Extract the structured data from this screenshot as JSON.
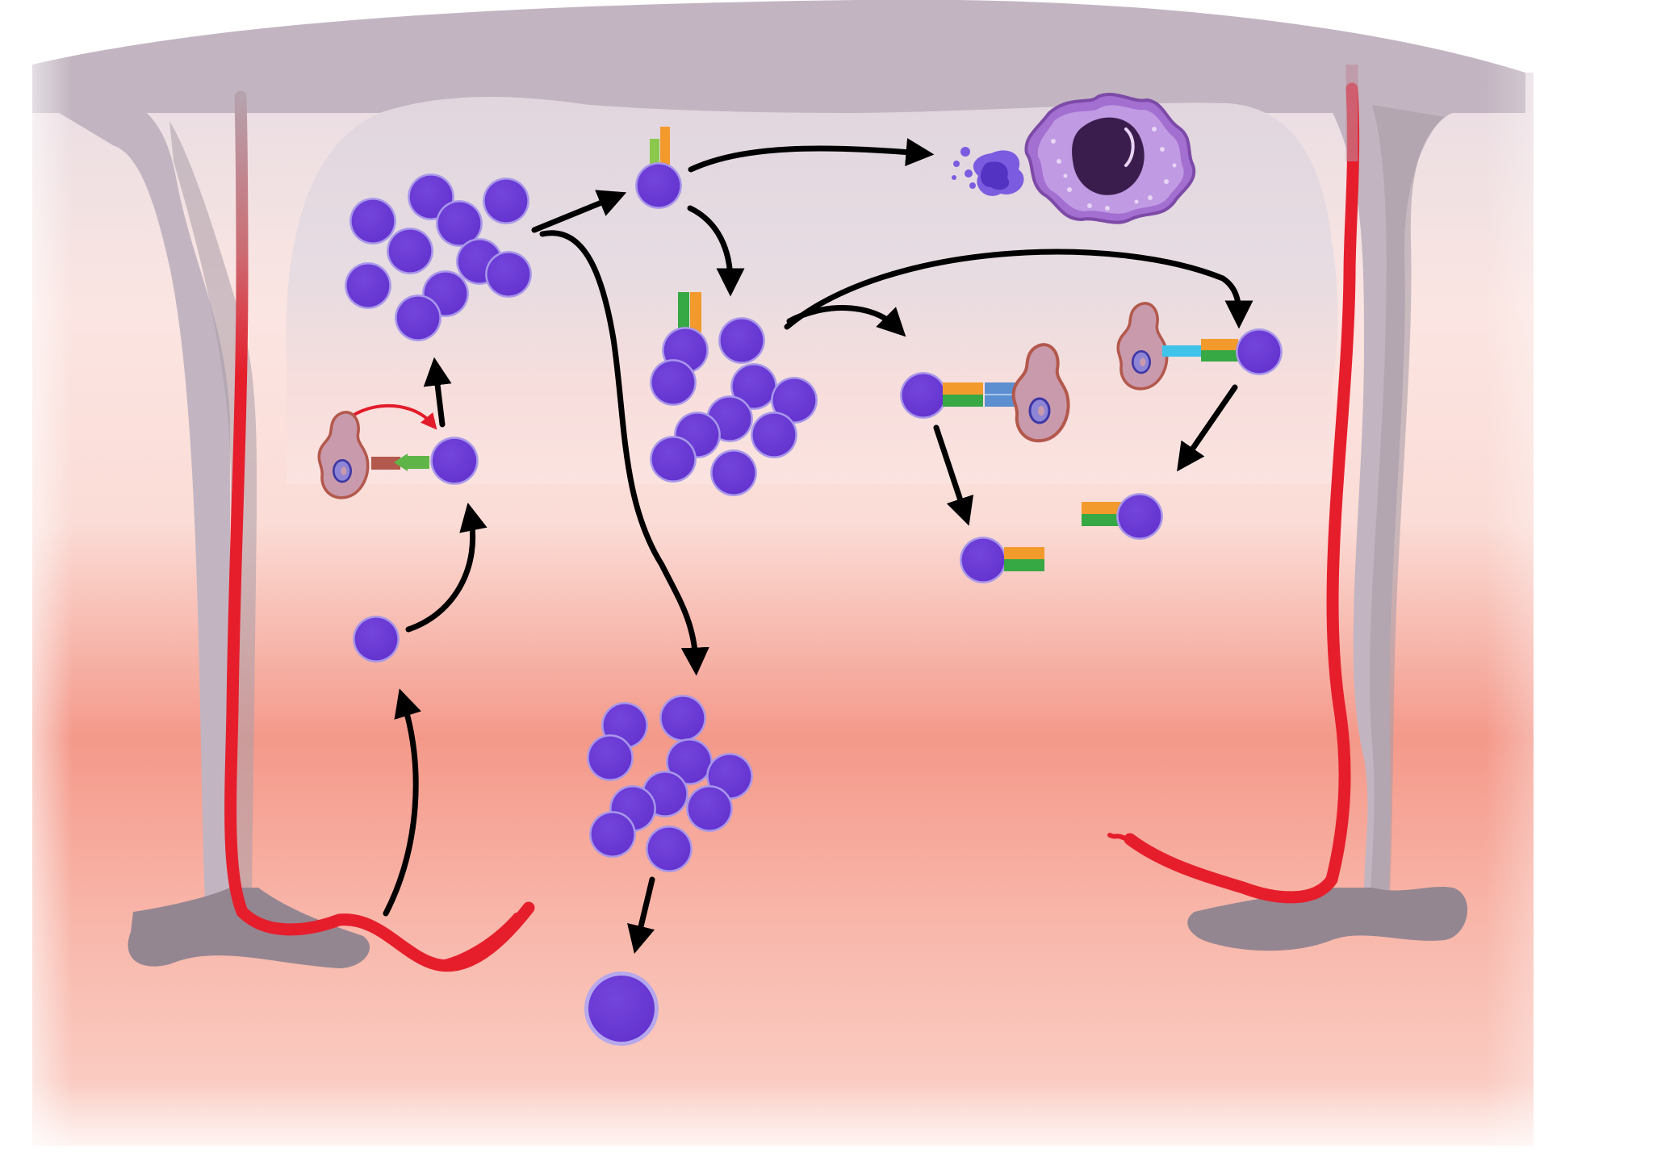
{
  "diagram": {
    "title": "",
    "labels": [],
    "colors": {
      "background": "#ffffff",
      "epithelium_outer": "#c2b5c1",
      "epithelium_shade": "#a79aa5",
      "lumen": "#e3d9e0",
      "lamina_top": "#fbe3e0",
      "lamina_mid": "#f4998a",
      "lamina_bottom": "#fbd1c9",
      "crypt_base": "#948691",
      "blood_vessel": "#e61e2c",
      "blood_vessel_dark": "#c51722",
      "lymphocyte": "#6c3ad4",
      "lymphocyte_edge": "#a897ea",
      "antigen_presenting_cell": "#c99aac",
      "apc_edge": "#b3584c",
      "apc_nucleus": "#7067c8",
      "macrophage": "#b68fda",
      "macrophage_nucleus": "#3b1d4d",
      "receptor_green": "#36a844",
      "receptor_orange": "#f39a2c",
      "receptor_lightgreen": "#8cc84b",
      "receptor_blue": "#5b8fd0",
      "receptor_cyan": "#3fc3ea",
      "arrow": "#000000",
      "arrow_red": "#e21b2a"
    },
    "elements": [
      "epithelium",
      "lumen",
      "lamina-propria",
      "blood-vessel-left",
      "blood-vessel-right",
      "naive-lymphocyte",
      "antigen-presenting-cell",
      "activated-lymphocyte",
      "proliferating-lymphocyte-cluster",
      "migrating-lymphocyte-cluster",
      "effector-lymphocyte",
      "macrophage",
      "apoptotic-debris",
      "memory-lymphocyte"
    ]
  }
}
